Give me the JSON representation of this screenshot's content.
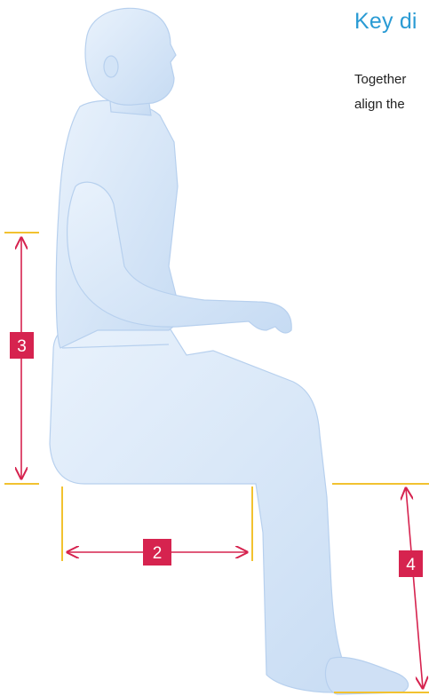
{
  "heading": {
    "title": "Key di",
    "color": "#2a9bd4"
  },
  "intro_lines": [
    "Together",
    "align the"
  ],
  "markers": [
    {
      "number": "3"
    },
    {
      "number": "2"
    },
    {
      "number": "4"
    }
  ],
  "colors": {
    "accent_marker": "#d6234f",
    "guide_line": "#f2c230",
    "figure_fill": "#dbe9f8",
    "figure_shadow": "#b7d0ee"
  }
}
